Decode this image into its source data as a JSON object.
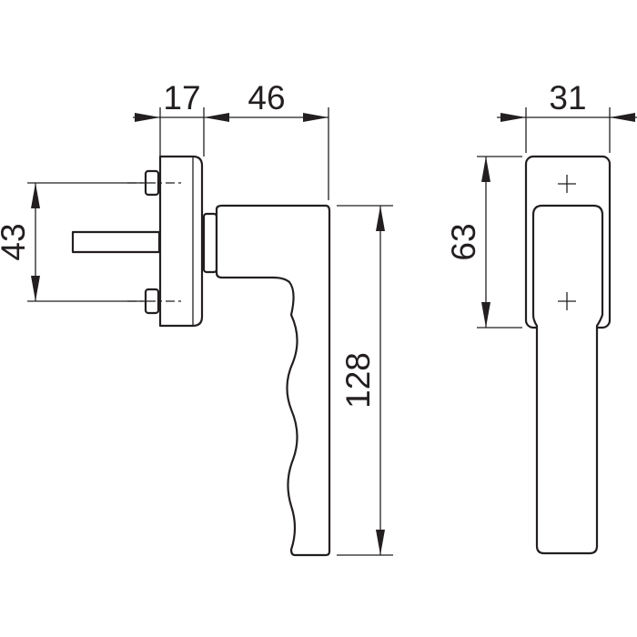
{
  "drawing": {
    "dimensions": {
      "rose_depth": "17",
      "handle_projection": "46",
      "screw_spacing": "43",
      "handle_length": "128",
      "front_width": "31",
      "front_rose_height": "63"
    }
  }
}
